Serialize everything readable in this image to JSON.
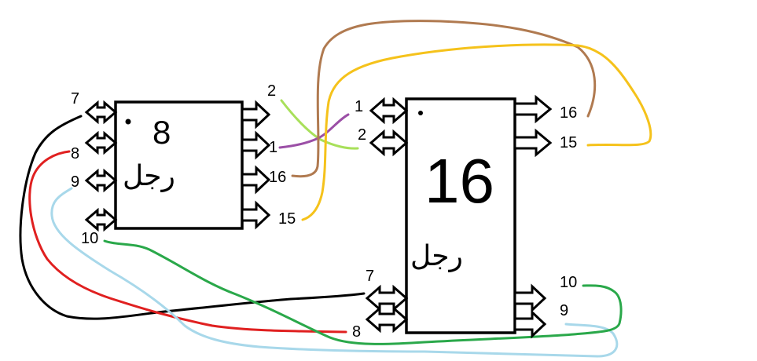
{
  "chip_small": {
    "number": "8",
    "word": "رجل",
    "pin_labels": {
      "p7": "7",
      "p8": "8",
      "p9": "9",
      "p10": "10",
      "p2": "2",
      "p1": "1",
      "p16": "16",
      "p15": "15"
    }
  },
  "chip_big": {
    "number": "16",
    "word": "رجل",
    "pin_labels": {
      "p1": "1",
      "p2": "2",
      "p16": "16",
      "p15": "15",
      "p7": "7",
      "p8": "8",
      "p10": "10",
      "p9": "9"
    }
  },
  "wire_colors": {
    "yellow_green": "#a8e05a",
    "purple": "#9b4fa6",
    "brown": "#b07a50",
    "orange": "#f5c21b",
    "black": "#000000",
    "red": "#e02020",
    "light_blue": "#a8d8ea",
    "green": "#2aa84a"
  }
}
